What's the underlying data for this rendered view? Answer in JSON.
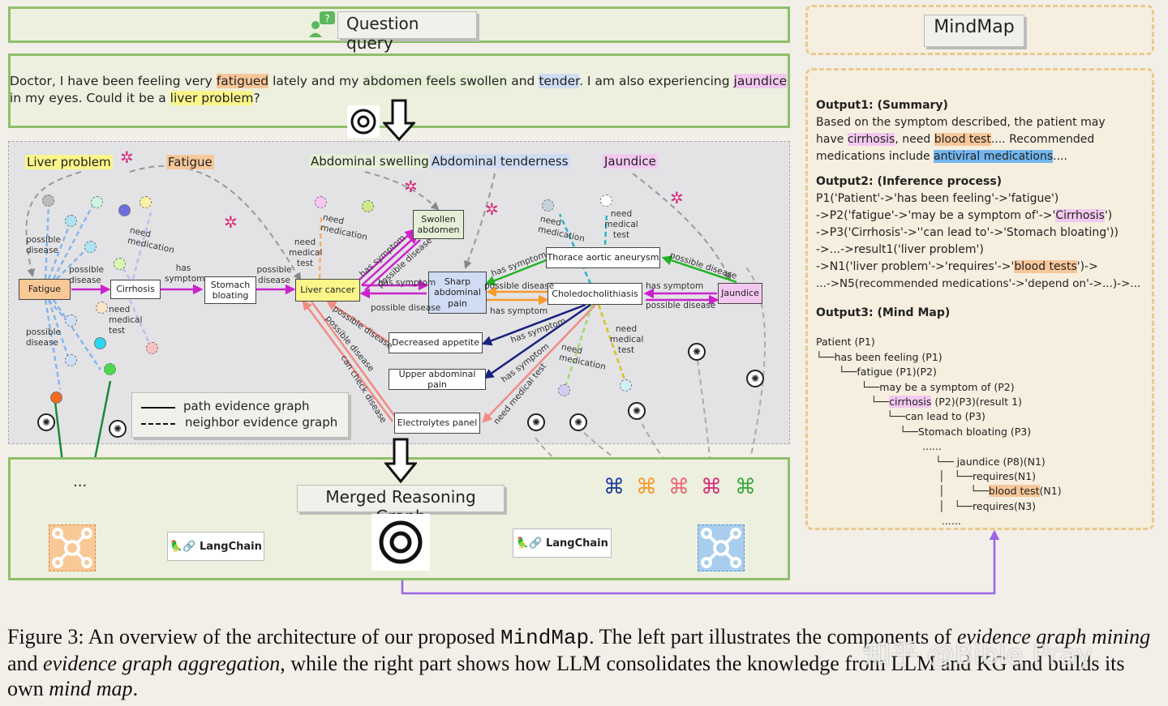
{
  "query_title": "Question query",
  "query_text": [
    {
      "t": "Doctor, I have been feeling very ",
      "h": ""
    },
    {
      "t": "fatigued",
      "h": "orange"
    },
    {
      "t": " lately and my ",
      "h": ""
    },
    {
      "t": "abdomen feels swollen",
      "h": "green"
    },
    {
      "t": " and ",
      "h": ""
    },
    {
      "t": "tender",
      "h": "blue"
    },
    {
      "t": ". I am also experiencing ",
      "h": ""
    },
    {
      "t": "jaundice",
      "h": "pink"
    },
    {
      "t": " in my eyes. Could it be a ",
      "h": ""
    },
    {
      "t": "liver problem",
      "h": "yellow"
    },
    {
      "t": "?",
      "h": ""
    }
  ],
  "entities": {
    "liver_problem": "Liver problem",
    "fatigue": "Fatigue",
    "abdominal_swelling": "Abdominal swelling",
    "abdominal_tenderness": "Abdominal tenderness",
    "jaundice": "Jaundice"
  },
  "nodes": {
    "fatigue": "Fatigue",
    "cirrhosis": "Cirrhosis",
    "stomach_bloating": "Stomach bloating",
    "liver_cancer": "Liver cancer",
    "swollen_abdomen": "Swollen abdomen",
    "sharp_abdominal_pain": "Sharp abdominal pain",
    "decreased_appetite": "Decreased appetite",
    "upper_abdominal_pain": "Upper abdominal pain",
    "electrolytes_panel": "Electrolytes panel",
    "thoracic_aortic_aneurysm": "Thorace aortic aneurysm",
    "choledocholithiasis": "Choledocholithiasis",
    "jaundice": "Jaundice"
  },
  "edge_labels": {
    "possible_disease": "possible disease",
    "need_medication": "need medication",
    "has_symptom": "has symptom",
    "need_medical_test": "need medical test",
    "can_check_disease": "can check disease"
  },
  "legend": {
    "path": "path evidence graph",
    "neighbor": "neighbor evidence graph"
  },
  "merged_title": "Merged Reasoning Graph",
  "ellipsis": "...",
  "langchain": "🦜🔗 LangChain",
  "mindmap_title": "MindMap",
  "output1": {
    "head": "Output1: (Summary)",
    "l1": "Based on the symptom described, the patient may",
    "l2_a": "have ",
    "l2_b": "cirrhosis",
    "l2_c": ", need ",
    "l2_d": "blood test",
    "l2_e": ".... Recommended",
    "l3_a": "medications include ",
    "l3_b": "antiviral medications",
    "l3_c": "...."
  },
  "output2": {
    "head": "Output2: (Inference process)",
    "l1": "P1('Patient'->'has been feeling'->'fatigue')",
    "l2_a": "->P2('fatigue'->'may be a symptom of'->'",
    "l2_b": "Cirrhosis",
    "l2_c": "')",
    "l3": "->P3('Cirrhosis'->''can lead to'->'Stomach bloating'))",
    "l4": "->...->result1('liver problem')",
    "l5_a": "->N1('liver problem'->'requires'->'",
    "l5_b": "blood tests",
    "l5_c": "')->",
    "l6": "...->N5(recommended medications'->'depend on'->...)->..."
  },
  "output3": {
    "head": "Output3: (Mind Map)",
    "t1": "Patient (P1)",
    "t2": "└──has been feeling (P1)",
    "t3": "       └──fatigue (P1)(P2)",
    "t4": "              └──may be a symptom of (P2)",
    "t5_a": "                 └──",
    "t5_b": "cirrhosis",
    "t5_c": " (P2)(P3)(result 1)",
    "t6": "                      └──can lead to (P3)",
    "t7": "                          └──Stomach bloating (P3)",
    "t8": "                                 ......",
    "t9": "                                     └── jaundice (P8)(N1)",
    "t10": "                                      │   └──requires(N1)",
    "t11_a": "                                      │        └──",
    "t11_b": "blood test",
    "t11_c": "(N1)",
    "t12": "                                      │   └──requires(N3)",
    "t13": "                                       ......"
  },
  "caption": {
    "a": "Figure 3: An overview of the architecture of our proposed ",
    "b": "MindMap",
    "c": ". The left part illustrates the components of ",
    "d": "evidence graph mining",
    "e": " and ",
    "f": "evidence graph aggregation",
    "g": ", while the right part shows how LLM consolidates the knowledge from LLM and KG and builds its own ",
    "h": "mind map",
    "i": "."
  },
  "watermark": "知乎 @Bible Pray",
  "colors": {
    "panel_border": "#8fbf6a",
    "magenta_edge": "#cc22cc",
    "orange_edge": "#f59b2b",
    "green_edge": "#22b322",
    "navy_edge": "#1a237e",
    "salmon_edge": "#f28b82",
    "purple_link": "#9966e6"
  }
}
